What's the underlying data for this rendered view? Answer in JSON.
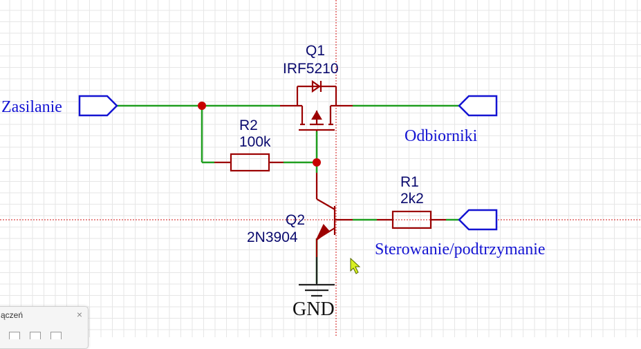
{
  "components": {
    "q1": {
      "designator": "Q1",
      "value": "IRF5210"
    },
    "q2": {
      "designator": "Q2",
      "value": "2N3904"
    },
    "r1": {
      "designator": "R1",
      "value": "2k2"
    },
    "r2": {
      "designator": "R2",
      "value": "100k"
    }
  },
  "ports": {
    "supply": "Zasilanie",
    "loads": "Odbiorniki",
    "control": "Sterowanie/podtrzymanie"
  },
  "ground": "GND",
  "panel": {
    "title": "ączeń",
    "close": "×"
  },
  "colors": {
    "wire": "#1f9e1f",
    "component": "#9b0000",
    "junction": "#c80000",
    "port": "#1414d2",
    "crosshair": "#d01010"
  }
}
